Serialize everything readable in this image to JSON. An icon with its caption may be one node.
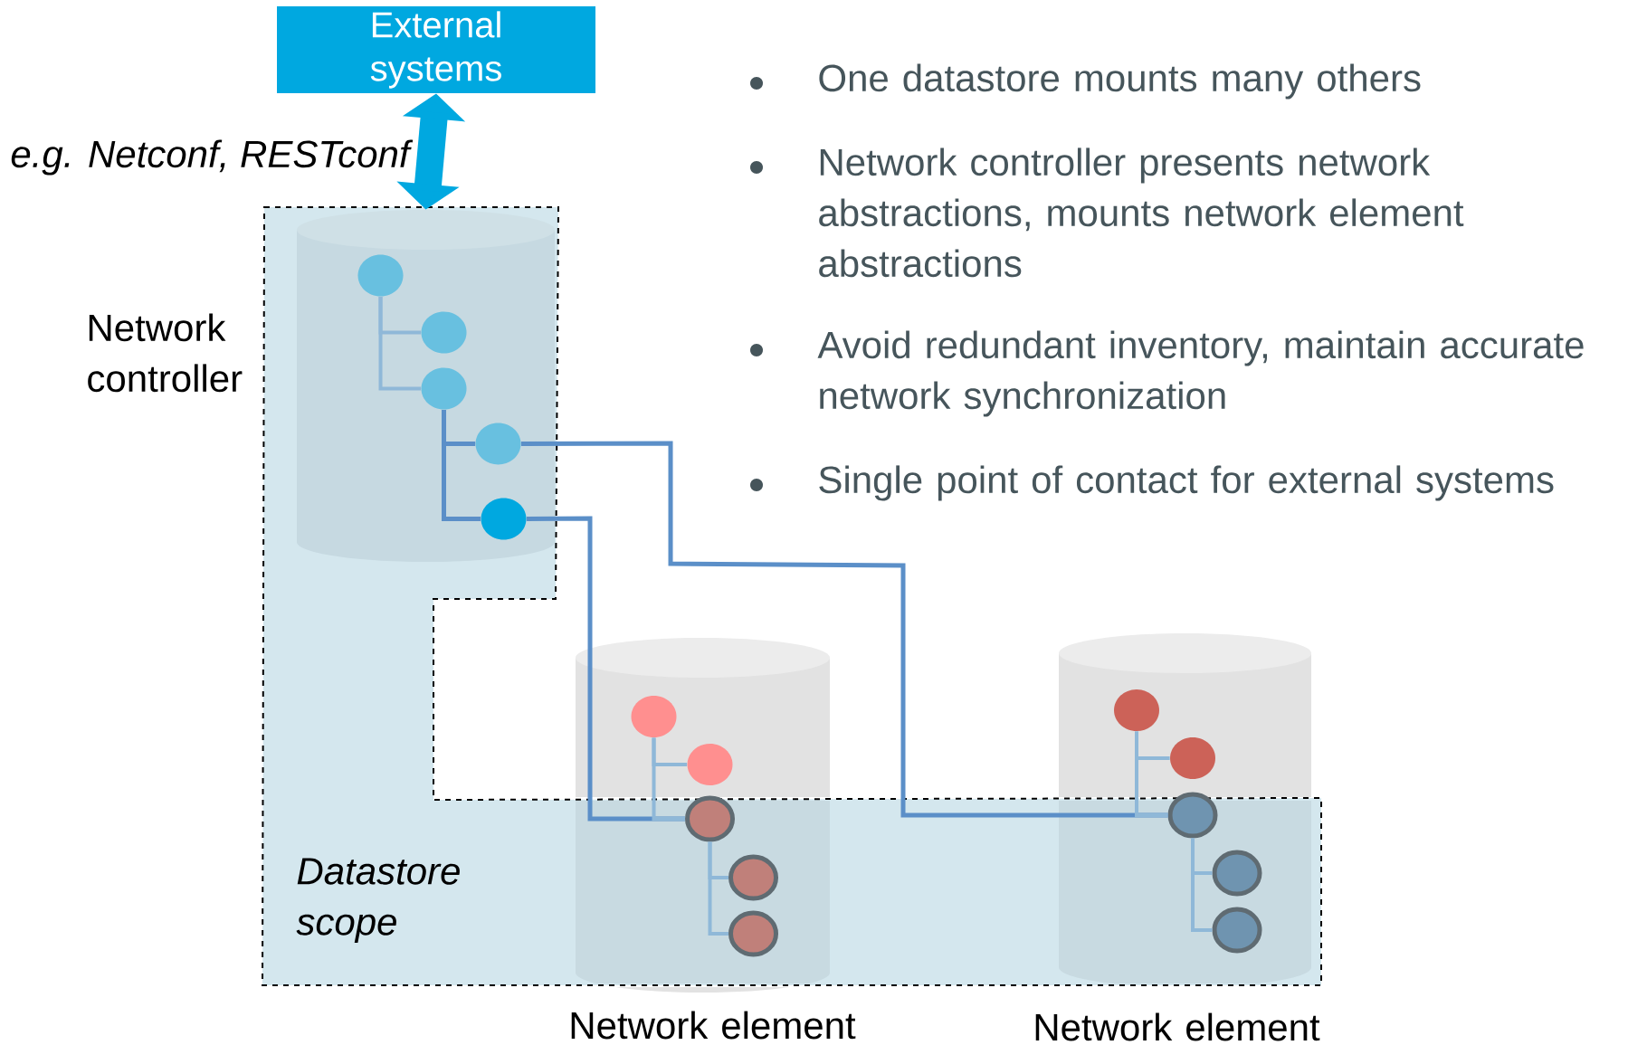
{
  "diagram": {
    "nodes": [
      {
        "text": [
          "External systems"
        ]
      },
      {
        "text": [
          "Network controller"
        ]
      },
      {
        "text": [],
        "shape": "circle",
        "in": 1
      },
      {
        "text": [],
        "shape": "circle",
        "in": 1
      },
      {
        "text": [],
        "shape": "circle",
        "in": 1
      },
      {
        "text": [],
        "shape": "circle",
        "in": 1
      },
      {
        "text": [],
        "shape": "circle",
        "in": 1
      },
      {
        "text": [
          "Network element"
        ]
      },
      {
        "text": [],
        "shape": "circle",
        "in": 7
      },
      {
        "text": [],
        "shape": "circle",
        "in": 7
      },
      {
        "text": [],
        "shape": "circle",
        "in": 7
      },
      {
        "text": [],
        "shape": "circle",
        "in": 7
      },
      {
        "text": [],
        "shape": "circle",
        "in": 7
      },
      {
        "text": [
          "Network element"
        ]
      },
      {
        "text": [],
        "shape": "circle",
        "in": 13
      },
      {
        "text": [],
        "shape": "circle",
        "in": 13
      },
      {
        "text": [],
        "shape": "circle",
        "in": 13
      },
      {
        "text": [],
        "shape": "circle",
        "in": 13
      },
      {
        "text": [],
        "shape": "circle",
        "in": 13
      }
    ],
    "edges": [
      {
        "from": 0,
        "to": 1,
        "arrow": "both",
        "label": "e.g. Netconf, RESTconf",
        "style": "thick",
        "color": "#00a8e0"
      },
      {
        "from": 2,
        "to": 3,
        "arrow": "none"
      },
      {
        "from": 2,
        "to": 4,
        "arrow": "none"
      },
      {
        "from": 4,
        "to": 5,
        "arrow": "none",
        "color": "#5b8fc8"
      },
      {
        "from": 4,
        "to": 6,
        "arrow": "none",
        "color": "#5b8fc8"
      },
      {
        "from": 5,
        "to": 16,
        "arrow": "none",
        "color": "#5b8fc8"
      },
      {
        "from": 6,
        "to": 10,
        "arrow": "none",
        "color": "#5b8fc8"
      },
      {
        "from": 8,
        "to": 9,
        "arrow": "none"
      },
      {
        "from": 8,
        "to": 10,
        "arrow": "none"
      },
      {
        "from": 10,
        "to": 11,
        "arrow": "none"
      },
      {
        "from": 10,
        "to": 12,
        "arrow": "none"
      },
      {
        "from": 14,
        "to": 15,
        "arrow": "none"
      },
      {
        "from": 14,
        "to": 16,
        "arrow": "none"
      },
      {
        "from": 16,
        "to": 17,
        "arrow": "none"
      },
      {
        "from": 16,
        "to": 18,
        "arrow": "none"
      }
    ],
    "labels": [
      "One datastore mounts many others",
      "Network controller presents network abstractions, mounts network element abstractions",
      "Avoid redundant inventory, maintain accurate network synchronization",
      "Single point of contact for external systems",
      "Datastore scope"
    ]
  }
}
